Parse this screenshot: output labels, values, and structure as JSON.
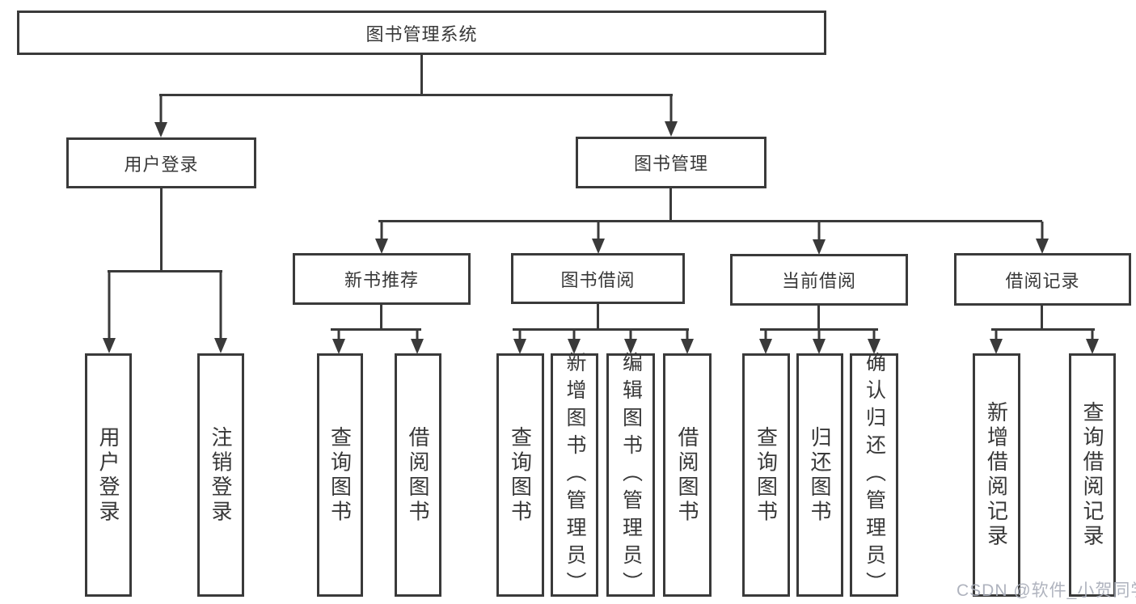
{
  "diagram": {
    "root": {
      "label": "图书管理系统"
    },
    "level1": [
      {
        "label": "用户登录"
      },
      {
        "label": "图书管理"
      }
    ],
    "level2": [
      {
        "label": "新书推荐"
      },
      {
        "label": "图书借阅"
      },
      {
        "label": "当前借阅"
      },
      {
        "label": "借阅记录"
      }
    ],
    "leaves": [
      {
        "label": "用户登录"
      },
      {
        "label": "注销登录"
      },
      {
        "label": "查询图书"
      },
      {
        "label": "借阅图书"
      },
      {
        "label": "查询图书"
      },
      {
        "label": "新增图书（管理员）"
      },
      {
        "label": "编辑图书（管理员）"
      },
      {
        "label": "借阅图书"
      },
      {
        "label": "查询图书"
      },
      {
        "label": "归还图书"
      },
      {
        "label": "确认归还（管理员）"
      },
      {
        "label": "新增借阅记录"
      },
      {
        "label": "查询借阅记录"
      }
    ],
    "line_color": "#3a3a3a",
    "background": "#ffffff"
  },
  "watermark": {
    "text": "CSDN @软件_小贺同学",
    "color": "#a8adb8"
  }
}
